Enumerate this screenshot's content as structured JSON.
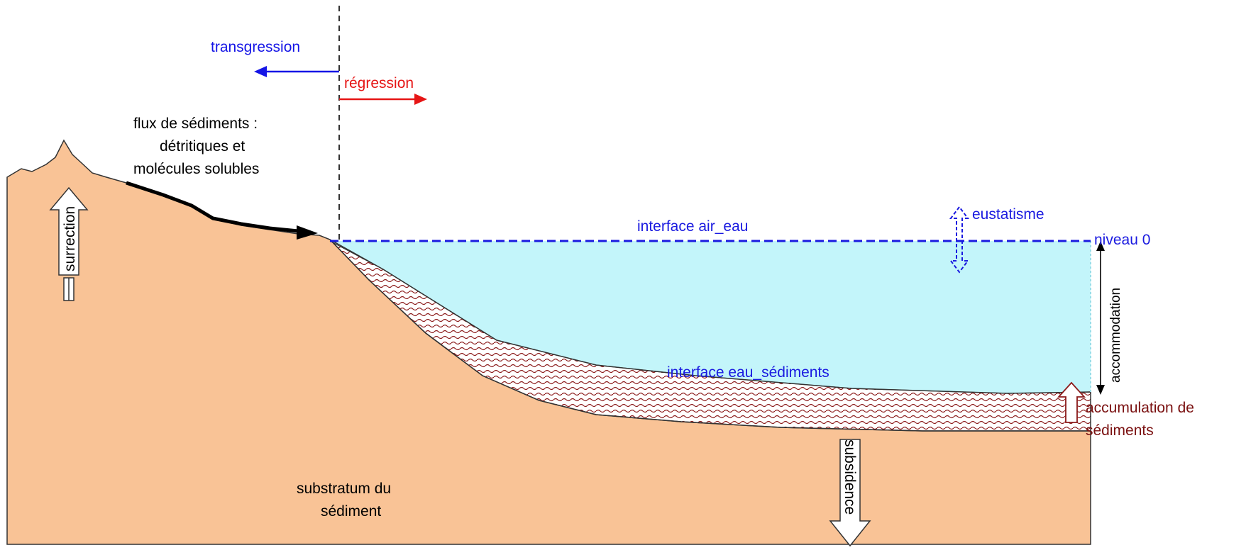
{
  "labels": {
    "transgression": "transgression",
    "regression": "régression",
    "flux_line1": "flux de sédiments :",
    "flux_line2": "détritiques et",
    "flux_line3": "molécules solubles",
    "surrection": "surrection",
    "interface_air_eau": "interface  air_eau",
    "eustatisme": "eustatisme",
    "niveau0": "niveau 0",
    "accommodation": "accommodation",
    "interface_eau_sediments": "interface  eau_sédiments",
    "accumulation_line1": "accumulation de",
    "accumulation_line2": "sédiments",
    "subsidence": "subsidence",
    "substratum_line1": "substratum du",
    "substratum_line2": "sédiment"
  },
  "colors": {
    "substratum": "#F9C396",
    "water": "#C3F5FA",
    "sediment_pattern": "#8B1A1A",
    "transgression": "#1515E6",
    "regression": "#E61515",
    "water_label": "#1A1AE0",
    "accumulation_label": "#7A1010",
    "outline": "#333333"
  },
  "icons": {
    "arrow_left": "arrow-left-icon",
    "arrow_right": "arrow-right-icon",
    "arrow_up": "hollow-up-arrow-icon",
    "arrow_down": "hollow-down-arrow-icon",
    "double_arrow": "double-arrow-icon"
  }
}
